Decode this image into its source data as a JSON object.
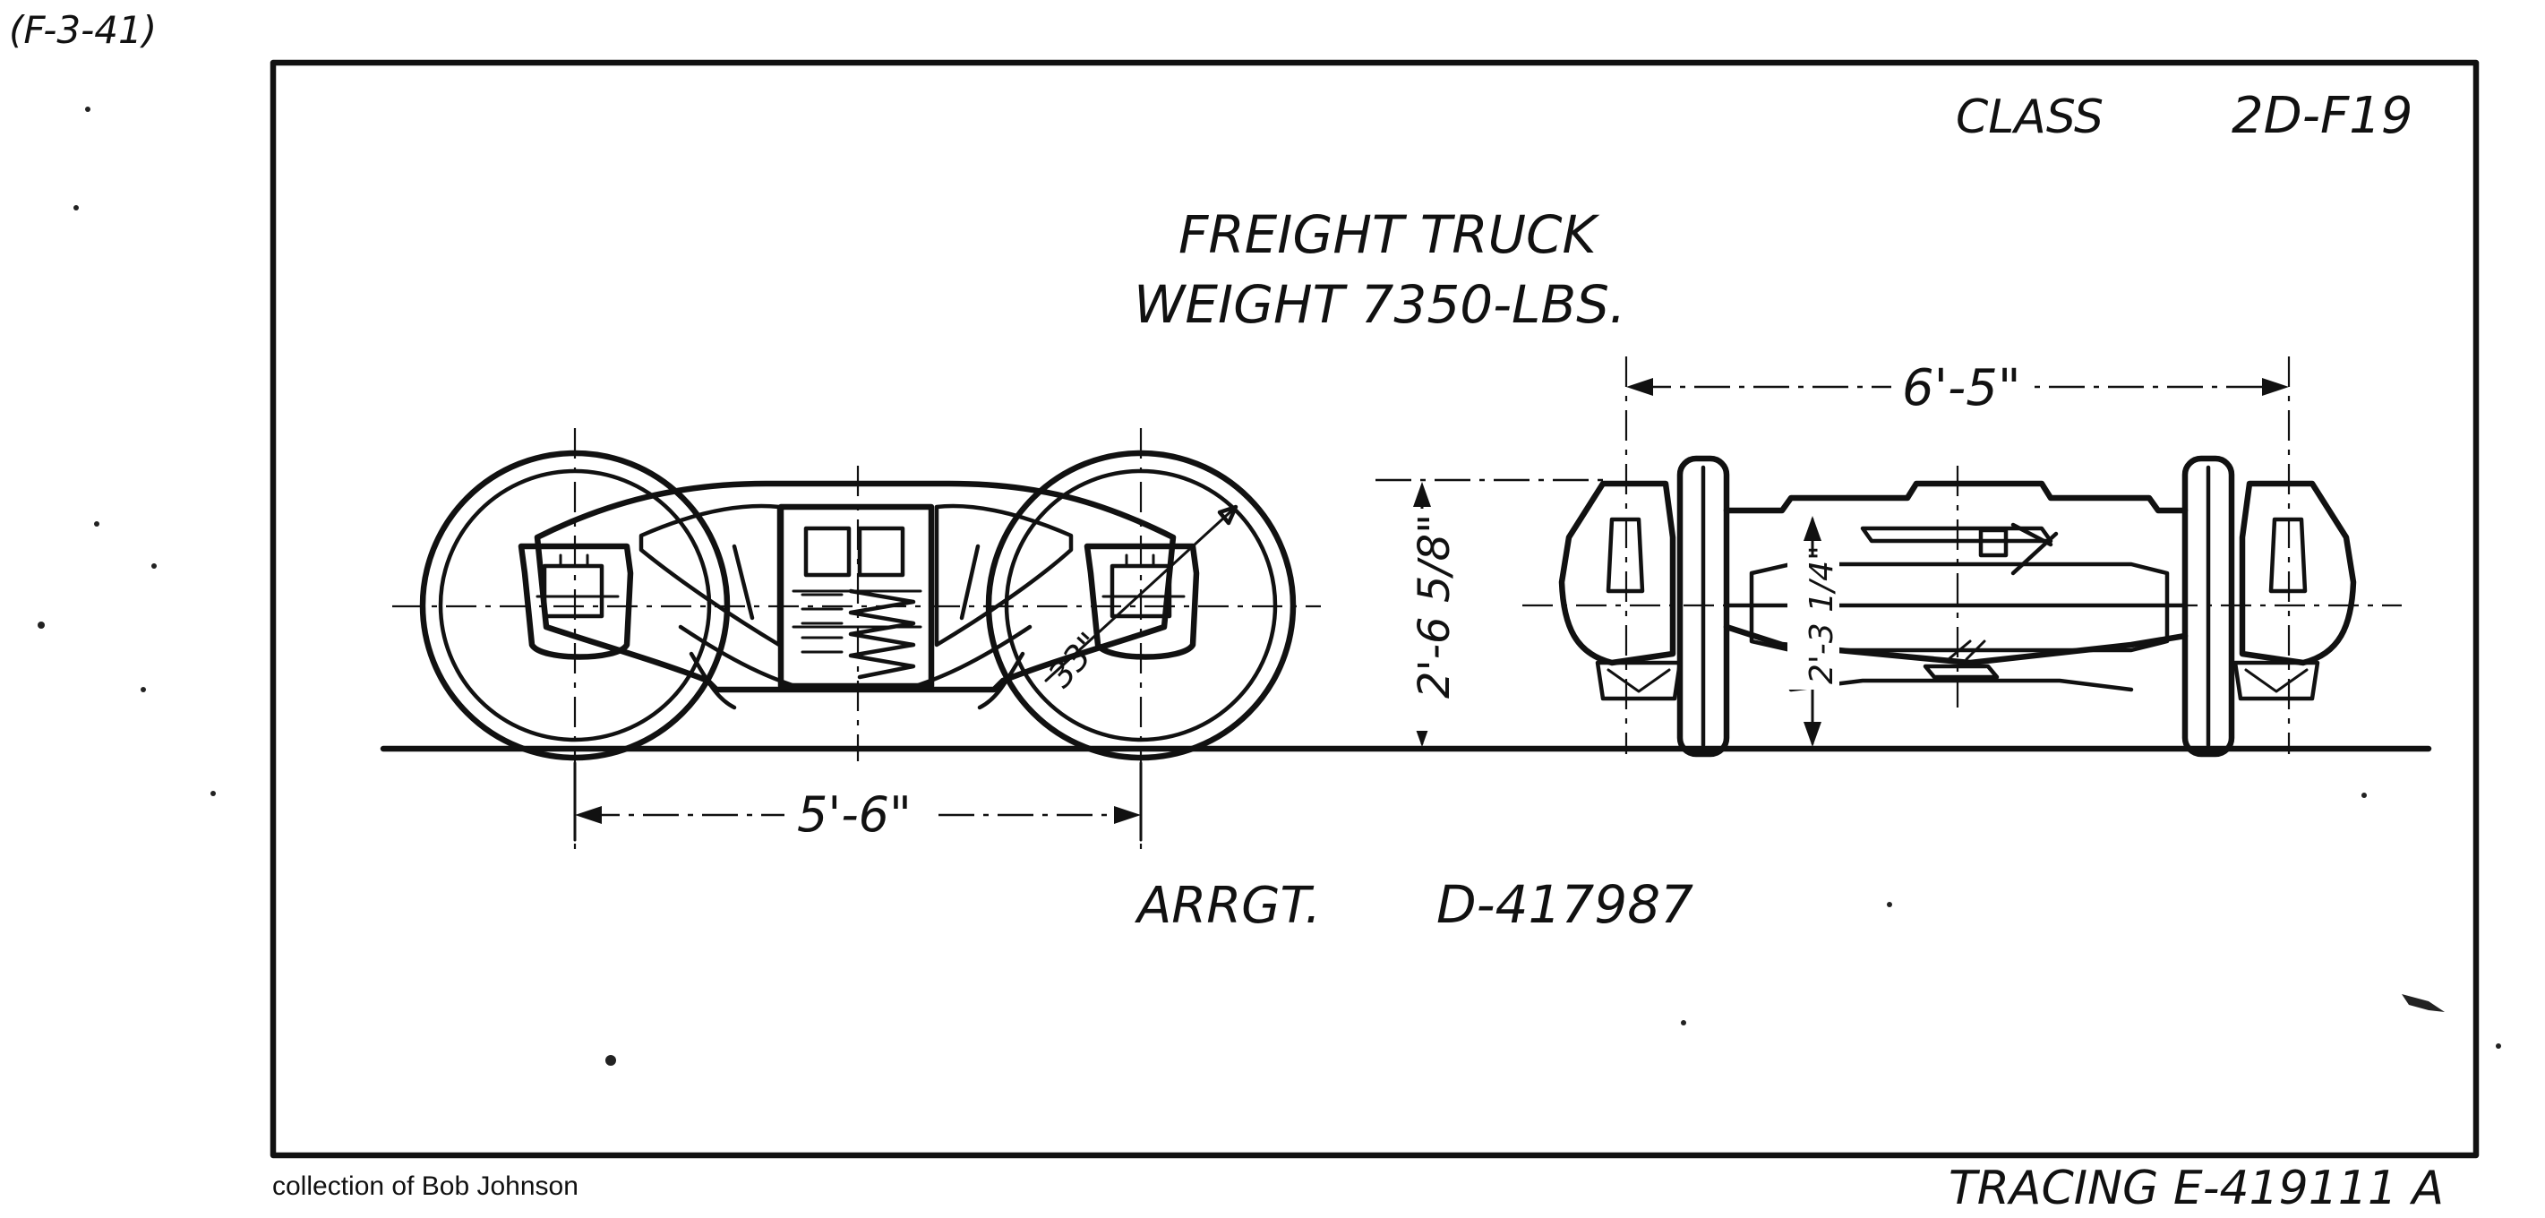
{
  "corner_label": "(F-3-41)",
  "class_label": "CLASS",
  "class_value": "2D-F19",
  "title_line1": "FREIGHT TRUCK",
  "title_line2": "WEIGHT 7350-LBS.",
  "wheelbase": "5'-6\"",
  "wheel_dia": "33\"",
  "width_dim": "6'-5\"",
  "height_dim": "2'-6 5/8\"",
  "inner_height": "2'-3 1/4\"",
  "arrangement_label": "ARRGT.",
  "arrangement_number": "D-417987",
  "collection_credit": "collection of Bob Johnson",
  "tracing": "TRACING E-419111 A"
}
